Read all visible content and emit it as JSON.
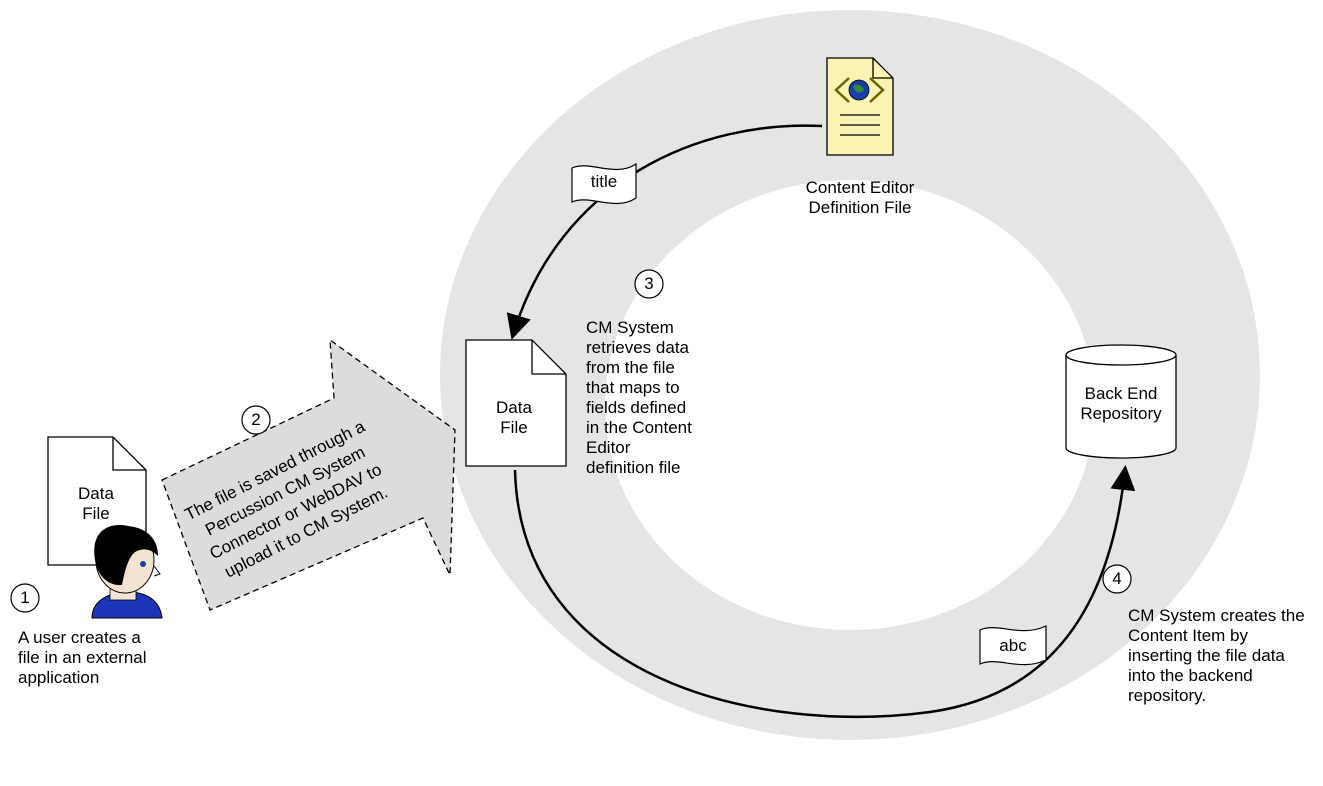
{
  "steps": [
    {
      "number": "1",
      "caption": [
        "A user creates a",
        "file in an external",
        "application"
      ]
    },
    {
      "number": "2",
      "caption": [
        "The file is saved through a",
        "Percussion CM System",
        "Connector or WebDAV to",
        "upload it to CM System."
      ]
    },
    {
      "number": "3",
      "caption": [
        "CM System",
        "retrieves data",
        "from the file",
        "that maps to",
        "fields defined",
        "in the Content",
        "Editor",
        "definition file"
      ]
    },
    {
      "number": "4",
      "caption": [
        "CM System creates the",
        "Content Item by",
        "inserting the file data",
        "into the backend",
        "repository."
      ]
    }
  ],
  "user_doc": {
    "line1": "Data",
    "line2": "File"
  },
  "data_file": {
    "line1": "Data",
    "line2": "File"
  },
  "content_editor": {
    "line1": "Content Editor",
    "line2": "Definition File"
  },
  "repository": {
    "line1": "Back End",
    "line2": "Repository"
  },
  "flags": {
    "title": "title",
    "abc": "abc"
  },
  "colors": {
    "ring": "#e5e5e5",
    "arrow_fill": "#dcdcdc",
    "doc_yellow": "#fbf3b3",
    "globe": "#1a3ea8",
    "user_shirt": "#1c34b8"
  },
  "icons": [
    "user-icon",
    "document-icon",
    "xml-document-icon",
    "globe-icon",
    "database-icon",
    "flag-icon",
    "block-arrow-icon"
  ]
}
